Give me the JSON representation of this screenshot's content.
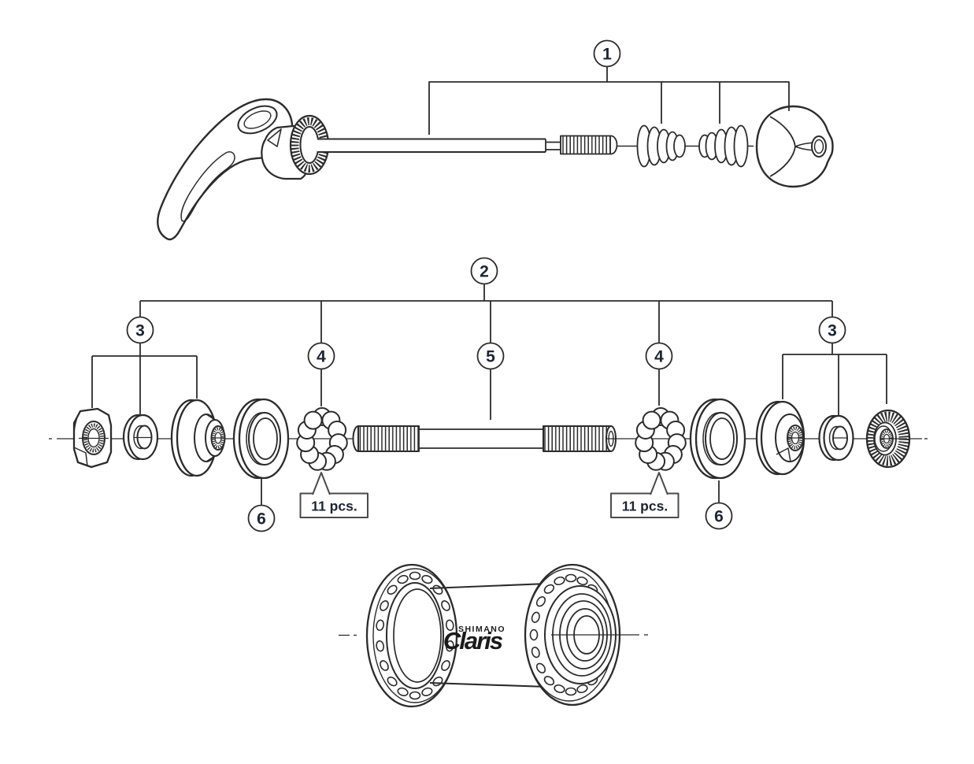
{
  "diagram": {
    "background_color": "#ffffff",
    "line_color": "#2b2b2b",
    "number_color": "#1d2433",
    "box_border_color": "#4a4a4a",
    "callouts": {
      "c1": "1",
      "c2": "2",
      "c3_left": "3",
      "c3_right": "3",
      "c4_left": "4",
      "c4_right": "4",
      "c5": "5",
      "c6_left": "6",
      "c6_right": "6"
    },
    "quantity_labels": {
      "left": "11 pcs.",
      "right": "11 pcs."
    },
    "bearing_ball_count": 11,
    "logo": {
      "brand": "SHIMANO",
      "model": "Claris"
    }
  }
}
